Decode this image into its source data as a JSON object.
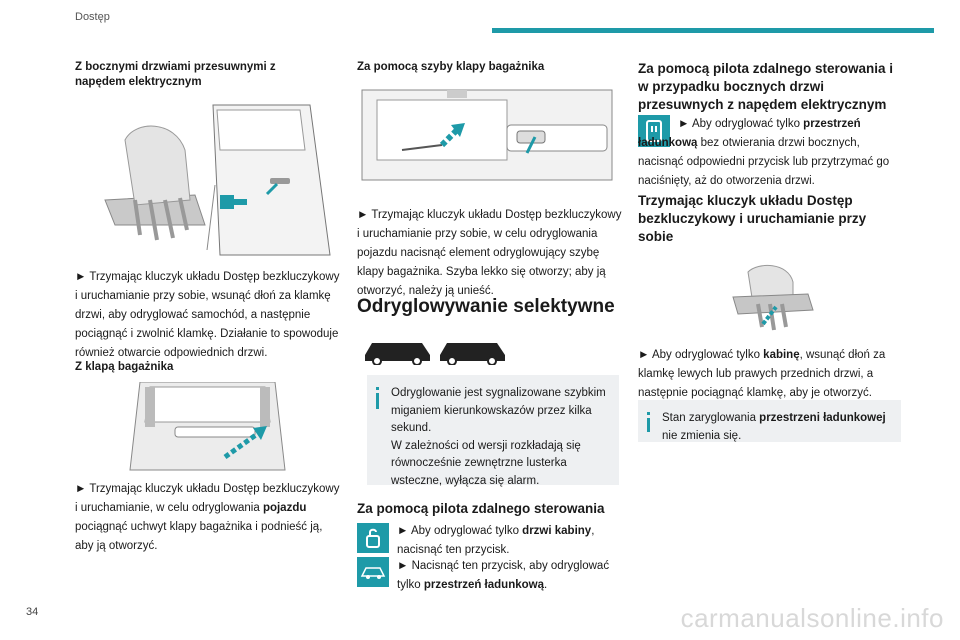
{
  "header": {
    "section": "Dostęp"
  },
  "page_number": "34",
  "watermark": "carmanualsonline.info",
  "left": {
    "h_electric": "Z bocznymi drzwiami przesuwnymi z napędem elektrycznym",
    "p_electric": "► Trzymając kluczyk układu Dostęp bezkluczykowy i uruchamianie przy sobie, wsunąć dłoń za klamkę drzwi, aby odryglować samochód, a następnie pociągnąć i zwolnić klamkę. Działanie to spowoduje również otwarcie odpowiednich drzwi.",
    "h_tailgate": "Z klapą bagażnika",
    "p_tailgate_1": "► Trzymając kluczyk układu Dostęp bezkluczykowy i uruchamianie, w celu odryglowania ",
    "p_tailgate_bold": "pojazdu",
    "p_tailgate_2": " pociągnąć uchwyt klapy bagażnika i podnieść ją, aby ją otworzyć."
  },
  "middle": {
    "h_window": "Za pomocą szyby klapy bagażnika",
    "p_window": "► Trzymając kluczyk układu Dostęp bezkluczykowy i uruchamianie przy sobie, w celu odryglowania pojazdu nacisnąć element odryglowujący szybę klapy bagażnika. Szyba lekko się otworzy; aby ją otworzyć, należy ją unieść.",
    "h_selective": "Odryglowywanie selektywne",
    "note_1": "Odryglowanie jest sygnalizowane szybkim miganiem kierunkowskazów przez kilka sekund.",
    "note_2": "W zależności od wersji rozkładają się równocześnie zewnętrzne lusterka wsteczne, wyłącza się alarm.",
    "h_remote": "Za pomocą pilota zdalnego sterowania",
    "r1_a": "► Aby odryglować tylko ",
    "r1_b": "drzwi kabiny",
    "r1_c": ", nacisnąć ten przycisk.",
    "r2_a": "► Nacisnąć ten przycisk, aby odryglować tylko ",
    "r2_b": "przestrzeń ładunkową",
    "r2_c": "."
  },
  "right": {
    "h_remote_side": "Za pomocą pilota zdalnego sterowania i w przypadku bocznych drzwi przesuwnych z napędem elektrycznym",
    "p1_a": "► Aby odryglować tylko ",
    "p1_b": "przestrzeń ładunkową",
    "p1_c": " bez otwierania drzwi bocznych, nacisnąć odpowiedni przycisk lub przytrzymać go naciśnięty, aż do otworzenia drzwi.",
    "h_keyless": "Trzymając kluczyk układu Dostęp bezkluczykowy i uruchamianie przy sobie",
    "p2_a": "► Aby odryglować tylko ",
    "p2_b": "kabinę",
    "p2_c": ", wsunąć dłoń za klamkę lewych lub prawych przednich drzwi, a następnie pociągnąć klamkę, aby je otworzyć.",
    "note_a": "Stan zaryglowania ",
    "note_b": "przestrzeni ładunkowej",
    "note_c": " nie zmienia się."
  },
  "colors": {
    "accent": "#1e9aa8",
    "note_bg": "#eef0f2"
  }
}
